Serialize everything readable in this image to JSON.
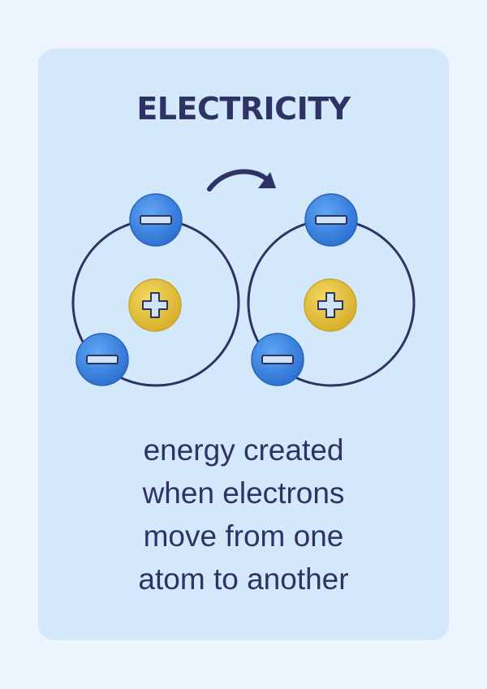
{
  "title": "ELECTRICITY",
  "definition": {
    "lines": [
      "energy created",
      "when electrons",
      "move from one",
      "atom to another"
    ]
  },
  "diagram": {
    "atoms": 2,
    "electrons_per_atom": 2,
    "nucleus_symbol": "+",
    "electron_symbol": "−",
    "arrow_direction": "left-to-right"
  },
  "colors": {
    "page_background": "#eef4fd",
    "card_background": "#d3e8fa",
    "ink": "#2f3264",
    "electron_blue": "#3a85e0",
    "nucleus_yellow": "#e7c43c"
  }
}
